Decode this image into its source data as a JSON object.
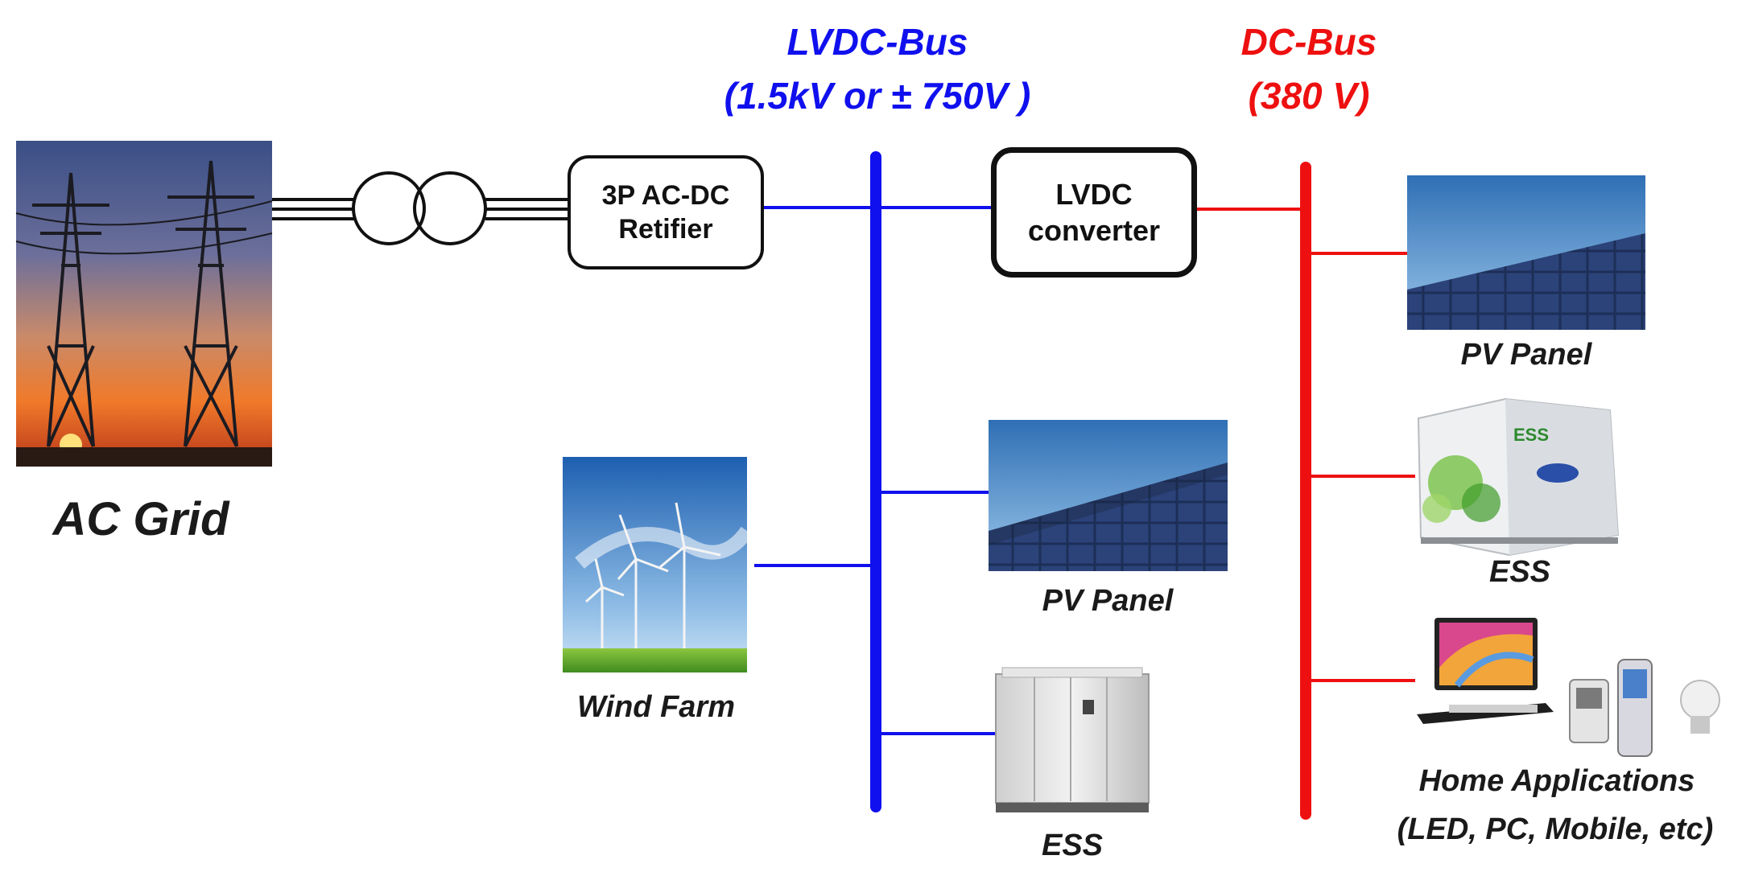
{
  "ac_grid": {
    "label": "AC Grid"
  },
  "rectifier": {
    "line1": "3P AC-DC",
    "line2": "Retifier"
  },
  "lvdc_converter": {
    "line1": "LVDC",
    "line2": "converter"
  },
  "lvdc_bus": {
    "title": "LVDC-Bus",
    "voltage": "(1.5kV or ± 750V )",
    "color": "#1010ee"
  },
  "dc_bus": {
    "title": "DC-Bus",
    "voltage": "(380 V)",
    "color": "#ee1010"
  },
  "lvdc_loads": {
    "wind_farm": "Wind Farm",
    "pv_panel": "PV Panel",
    "ess": "ESS"
  },
  "dc_loads": {
    "pv_panel": "PV Panel",
    "ess": "ESS",
    "home_line1": "Home Applications",
    "home_line2": "(LED, PC, Mobile, etc)"
  },
  "icons": [
    "transmission-tower-photo",
    "transformer-icon",
    "solar-panel-photo",
    "wind-turbine-photo",
    "ess-cabinet-photo",
    "ess-container-photo",
    "home-devices-photo"
  ]
}
